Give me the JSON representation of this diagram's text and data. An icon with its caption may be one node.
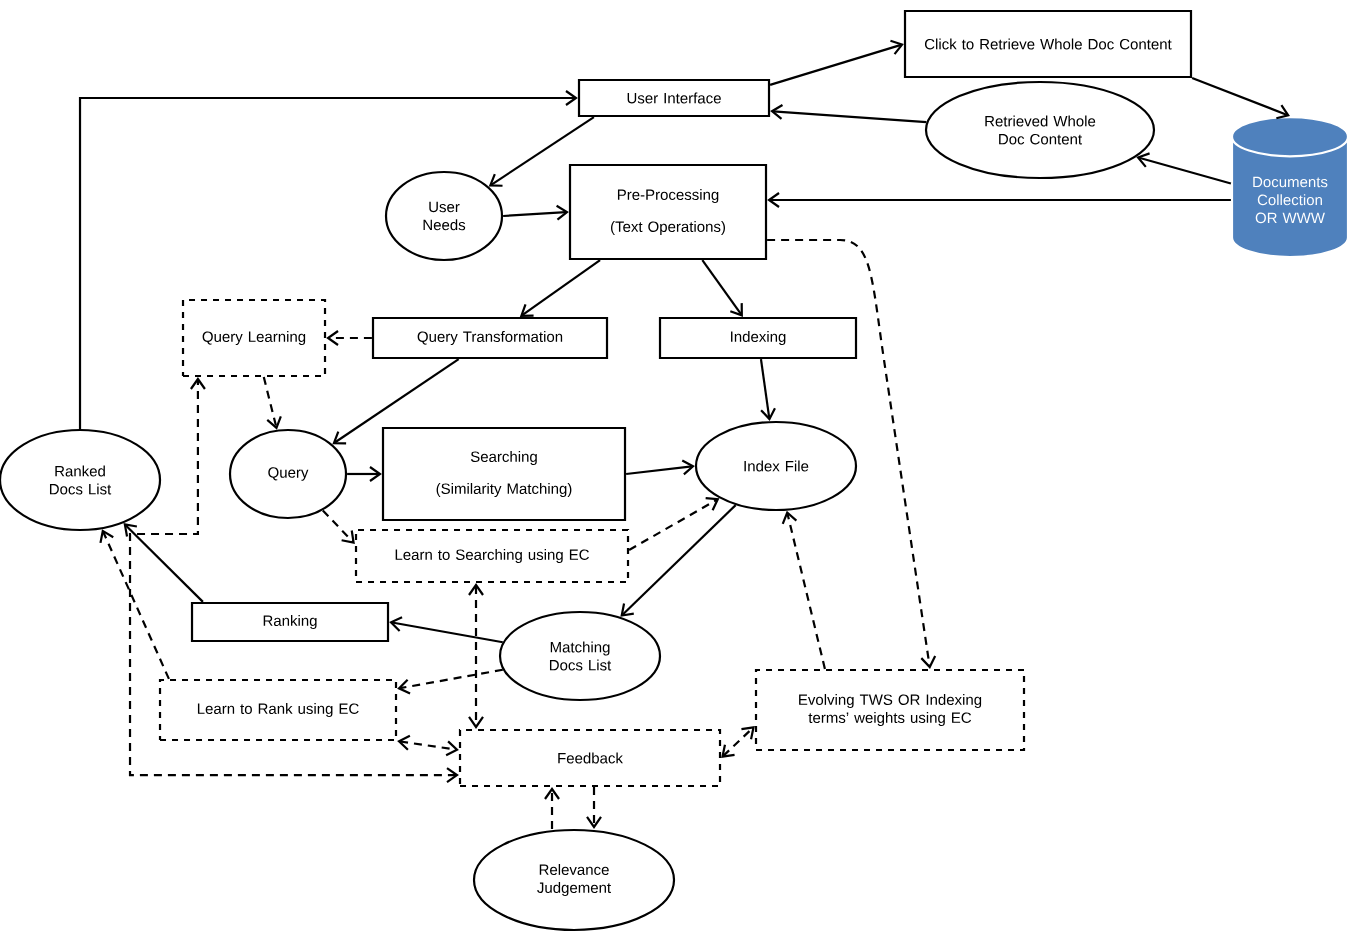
{
  "diagram": {
    "nodes": [
      {
        "text": [
          "User Interface"
        ]
      },
      {
        "text": [
          "Click to Retrieve Whole Doc Content"
        ]
      },
      {
        "text": [
          "Retrieved Whole Doc Content"
        ]
      },
      {
        "text": [
          "Documents Collection OR WWW"
        ]
      },
      {
        "text": [
          "User Needs"
        ]
      },
      {
        "text": [
          "Pre-Processing",
          "(Text Operations)"
        ]
      },
      {
        "text": [
          "Query Learning"
        ]
      },
      {
        "text": [
          "Query Transformation"
        ]
      },
      {
        "text": [
          "Indexing"
        ]
      },
      {
        "text": [
          "Ranked Docs List"
        ]
      },
      {
        "text": [
          "Query"
        ]
      },
      {
        "text": [
          "Searching",
          "(Similarity Matching)"
        ]
      },
      {
        "text": [
          "Index File"
        ]
      },
      {
        "text": [
          "Learn to Searching using EC"
        ]
      },
      {
        "text": [
          "Ranking"
        ]
      },
      {
        "text": [
          "Matching Docs List"
        ]
      },
      {
        "text": [
          "Learn to Rank using EC"
        ]
      },
      {
        "text": [
          "Evolving TWS OR Indexing terms’ weights using EC"
        ]
      },
      {
        "text": [
          "Feedback"
        ]
      },
      {
        "text": [
          "Relevance Judgement"
        ]
      }
    ],
    "edges": [
      {
        "from": 9,
        "to": 0,
        "arrow": "to"
      },
      {
        "from": 0,
        "to": 1,
        "arrow": "to"
      },
      {
        "from": 1,
        "to": 3,
        "arrow": "to"
      },
      {
        "from": 3,
        "to": 2,
        "arrow": "to"
      },
      {
        "from": 2,
        "to": 0,
        "arrow": "to"
      },
      {
        "from": 0,
        "to": 4,
        "arrow": "to"
      },
      {
        "from": 4,
        "to": 5,
        "arrow": "to"
      },
      {
        "from": 3,
        "to": 5,
        "arrow": "to"
      },
      {
        "from": 5,
        "to": 7,
        "arrow": "to"
      },
      {
        "from": 5,
        "to": 8,
        "arrow": "to"
      },
      {
        "from": 7,
        "to": 6,
        "arrow": "to",
        "style": "dashed"
      },
      {
        "from": 7,
        "to": 10,
        "arrow": "to"
      },
      {
        "from": 6,
        "to": 10,
        "arrow": "to",
        "style": "dashed"
      },
      {
        "from": 10,
        "to": 11,
        "arrow": "to"
      },
      {
        "from": 11,
        "to": 12,
        "arrow": "to"
      },
      {
        "from": 8,
        "to": 12,
        "arrow": "to"
      },
      {
        "from": 10,
        "to": 13,
        "arrow": "to",
        "style": "dashed"
      },
      {
        "from": 13,
        "to": 12,
        "arrow": "to",
        "style": "dashed"
      },
      {
        "from": 12,
        "to": 15,
        "arrow": "to"
      },
      {
        "from": 15,
        "to": 14,
        "arrow": "to"
      },
      {
        "from": 14,
        "to": 9,
        "arrow": "to"
      },
      {
        "from": 15,
        "to": 16,
        "arrow": "to",
        "style": "dashed"
      },
      {
        "from": 16,
        "to": 9,
        "arrow": "to",
        "style": "dashed"
      },
      {
        "from": 16,
        "to": 18,
        "arrow": "both",
        "style": "dashed"
      },
      {
        "from": 13,
        "to": 18,
        "arrow": "both",
        "style": "dashed"
      },
      {
        "from": 18,
        "to": 17,
        "arrow": "both",
        "style": "dashed"
      },
      {
        "from": 17,
        "to": 12,
        "arrow": "to",
        "style": "dashed"
      },
      {
        "from": 5,
        "to": 17,
        "arrow": "to",
        "style": "dashed"
      },
      {
        "from": 18,
        "to": 19,
        "arrow": "to",
        "style": "dashed"
      },
      {
        "from": 19,
        "to": 18,
        "arrow": "to",
        "style": "dashed"
      },
      {
        "from": 18,
        "to": 6,
        "arrow": "both",
        "style": "dashed"
      }
    ]
  }
}
